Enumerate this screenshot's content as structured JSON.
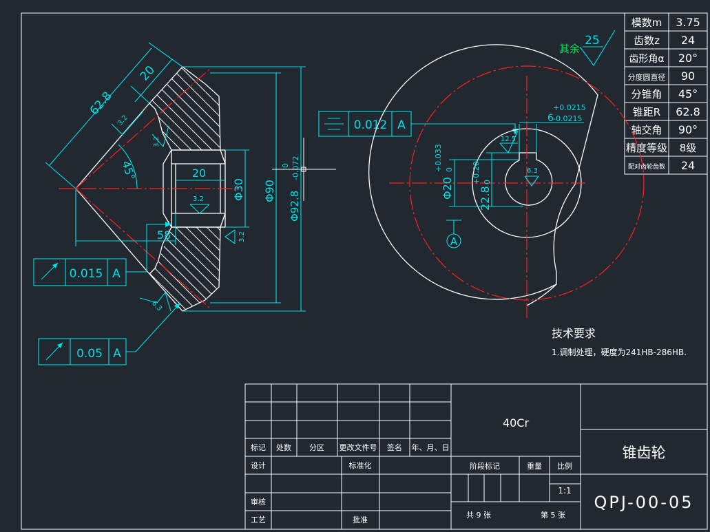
{
  "param_table": [
    {
      "label": "模数m",
      "value": "3.75"
    },
    {
      "label": "齿数z",
      "value": "24"
    },
    {
      "label": "齿形角α",
      "value": "20°"
    },
    {
      "label": "分度圆直径",
      "value": "90"
    },
    {
      "label": "分锥角",
      "value": "45°"
    },
    {
      "label": "锥距R",
      "value": "62.8"
    },
    {
      "label": "轴交角",
      "value": "90°"
    },
    {
      "label": "精度等级",
      "value": "8级"
    },
    {
      "label": "配对齿轮齿数",
      "value": "24"
    }
  ],
  "roughness_rest": {
    "prefix": "其余",
    "value": "25"
  },
  "front_view": {
    "dim_cone_distance": "62.8",
    "dim_face_width": "20",
    "dim_cone_angle": "45°",
    "dim_hub_length": "20",
    "dim_mount_distance": "58",
    "dim_bore_dia": "Φ30",
    "dim_pitch_dia": "Φ90",
    "dim_tip_dia": "Φ92.8",
    "dim_tip_tol_upper": "0",
    "dim_tip_tol_lower": "-0.072",
    "rough_face": "3.2",
    "rough_back": "3.2",
    "rough_bore": "3.2",
    "rough_hub": "3.2",
    "rough_tooth": "6.3"
  },
  "tolerance_frames": [
    {
      "symbol": "circular-runout",
      "value": "0.015",
      "datum": "A"
    },
    {
      "symbol": "circular-runout",
      "value": "0.05",
      "datum": "A"
    },
    {
      "symbol": "symmetry",
      "value": "0.012",
      "datum": "A"
    }
  ],
  "side_view": {
    "keyway_width": "6",
    "keyway_tol_upper": "+0.0215",
    "keyway_tol_lower": "-0.0215",
    "bore_dia": "Φ20",
    "bore_tol_upper": "+0.033",
    "bore_tol_lower": "0",
    "key_depth": "22.8",
    "key_depth_tol_upper": "+0.20",
    "key_depth_tol_lower": "0",
    "rough_keyway": "12.5",
    "rough_keyside": "6.3",
    "datum": "A"
  },
  "tech_requirements": {
    "title": "技术要求",
    "items": [
      "1.调制处理，硬度为241HB-286HB."
    ]
  },
  "title_block": {
    "material": "40Cr",
    "part_name": "锥齿轮",
    "drawing_no": "QPJ-00-05",
    "col_mark": "标记",
    "col_count": "处数",
    "col_zone": "分区",
    "col_change_doc": "更改文件号",
    "col_sign": "签名",
    "col_date": "年、月、日",
    "design": "设计",
    "standardize": "标准化",
    "review": "审核",
    "process": "工艺",
    "approve": "批准",
    "stage_mark": "阶段标记",
    "weight": "重量",
    "scale_label": "比例",
    "scale_value": "1:1",
    "total_sheets": "共 9 张",
    "sheet_no": "第 5 张"
  },
  "colors": {
    "background": "#212830",
    "outline": "#ffffff",
    "dimension": "#00dfe6",
    "center_line": "#ff2020",
    "text_green": "#00e85a"
  }
}
